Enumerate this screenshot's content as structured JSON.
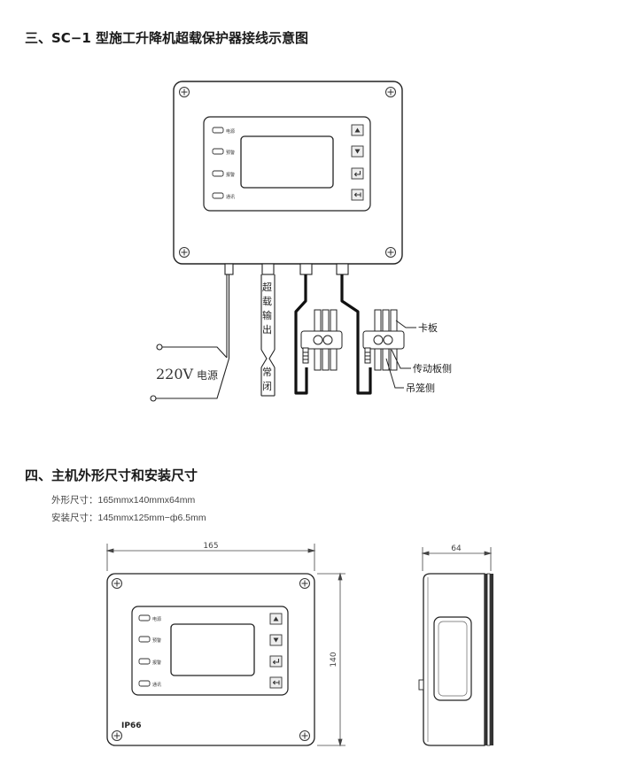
{
  "section3": {
    "heading": "三、SC−1 型施工升降机超载保护器接线示意图",
    "leds": [
      "电源",
      "预警",
      "报警",
      "通讯"
    ],
    "cable_output": [
      "超",
      "载",
      "输",
      "出"
    ],
    "cable_closed": [
      "常",
      "闭"
    ],
    "power_voltage": "220V",
    "power_label": "电源",
    "callout_card": "卡板",
    "callout_drive": "传动板侧",
    "callout_cage": "吊笼侧"
  },
  "section4": {
    "heading": "四、主机外形尺寸和安装尺寸",
    "outline_size": "外形尺寸：165mmx140mmx64mm",
    "mount_size": "安装尺寸：145mmx125mm−ф6.5mm",
    "dim_width": "165",
    "dim_height": "140",
    "dim_depth": "64",
    "ip_rating": "IP66",
    "leds": [
      "电源",
      "预警",
      "报警",
      "通讯"
    ]
  }
}
